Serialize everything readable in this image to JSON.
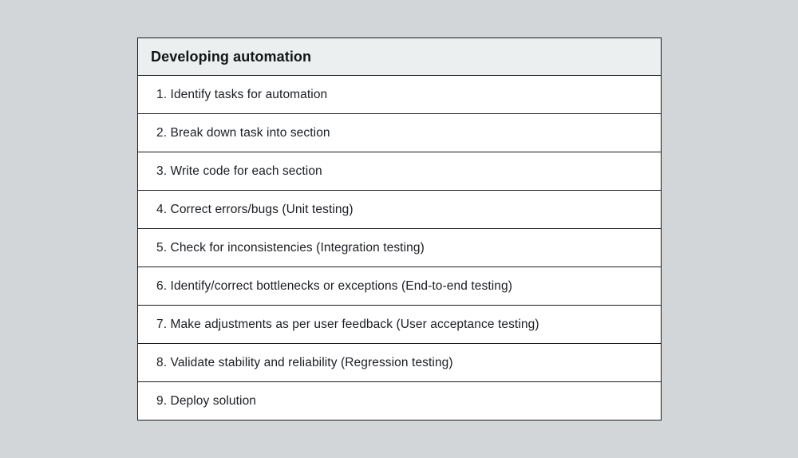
{
  "colors": {
    "page_background": "#d2d6d9",
    "header_background": "#ebefef",
    "row_background": "#ffffff",
    "border": "#1a1d21",
    "text": "#1a1d21"
  },
  "table": {
    "title": "Developing automation",
    "rows": [
      "1. Identify tasks for automation",
      "2. Break down task into section",
      "3. Write code for each section",
      "4. Correct errors/bugs (Unit testing)",
      "5. Check for inconsistencies (Integration testing)",
      "6. Identify/correct bottlenecks or exceptions (End-to-end testing)",
      "7. Make adjustments as per user feedback (User acceptance testing)",
      "8. Validate stability and reliability (Regression testing)",
      "9. Deploy solution"
    ]
  }
}
